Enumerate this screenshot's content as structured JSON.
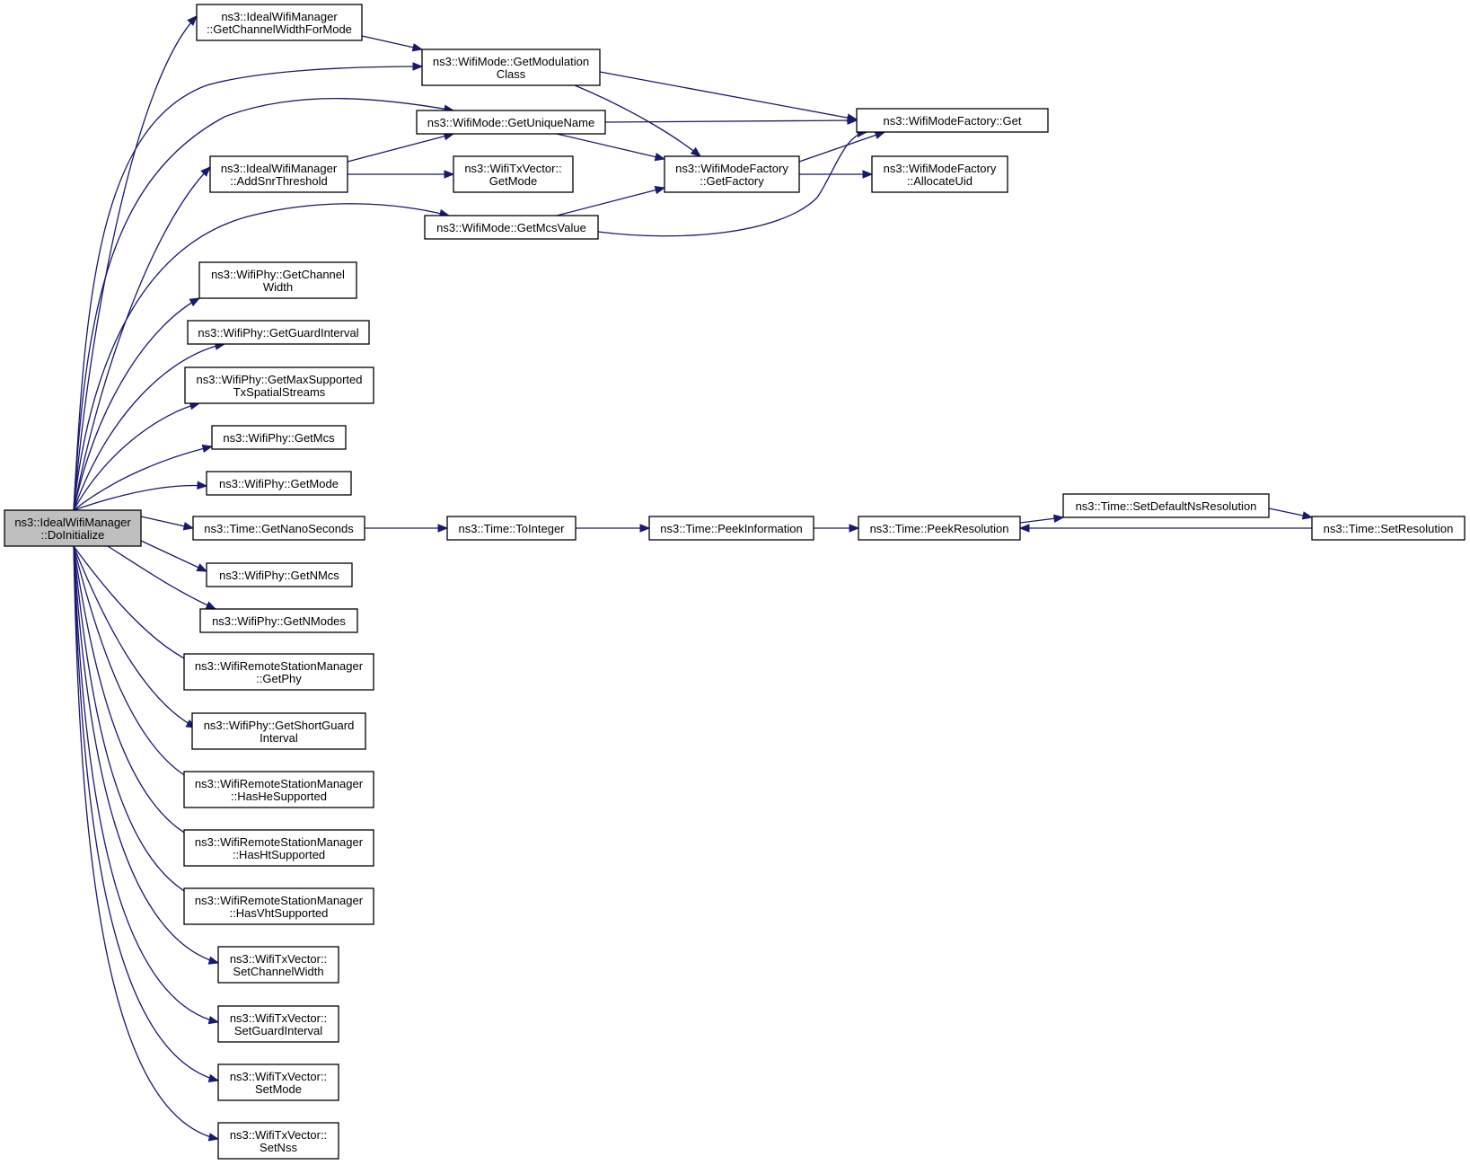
{
  "diagram": {
    "nodes": [
      {
        "id": "root",
        "lines": [
          "ns3::IdealWifiManager",
          "::DoInitialize"
        ],
        "root": true
      },
      {
        "id": "gcwfm",
        "lines": [
          "ns3::IdealWifiManager",
          "::GetChannelWidthForMode"
        ]
      },
      {
        "id": "gmc",
        "lines": [
          "ns3::WifiMode::GetModulation",
          "Class"
        ]
      },
      {
        "id": "gun",
        "lines": [
          "ns3::WifiMode::GetUniqueName"
        ]
      },
      {
        "id": "wmfget",
        "lines": [
          "ns3::WifiModeFactory::Get"
        ]
      },
      {
        "id": "addsnr",
        "lines": [
          "ns3::IdealWifiManager",
          "::AddSnrThreshold"
        ]
      },
      {
        "id": "txgetmode",
        "lines": [
          "ns3::WifiTxVector::",
          "GetMode"
        ]
      },
      {
        "id": "getfactory",
        "lines": [
          "ns3::WifiModeFactory",
          "::GetFactory"
        ]
      },
      {
        "id": "allocuid",
        "lines": [
          "ns3::WifiModeFactory",
          "::AllocateUid"
        ]
      },
      {
        "id": "gmcsval",
        "lines": [
          "ns3::WifiMode::GetMcsValue"
        ]
      },
      {
        "id": "phygcw",
        "lines": [
          "ns3::WifiPhy::GetChannel",
          "Width"
        ]
      },
      {
        "id": "phyggi",
        "lines": [
          "ns3::WifiPhy::GetGuardInterval"
        ]
      },
      {
        "id": "phygmax",
        "lines": [
          "ns3::WifiPhy::GetMaxSupported",
          "TxSpatialStreams"
        ]
      },
      {
        "id": "phygmcs",
        "lines": [
          "ns3::WifiPhy::GetMcs"
        ]
      },
      {
        "id": "phygmode",
        "lines": [
          "ns3::WifiPhy::GetMode"
        ]
      },
      {
        "id": "nanos",
        "lines": [
          "ns3::Time::GetNanoSeconds"
        ]
      },
      {
        "id": "toint",
        "lines": [
          "ns3::Time::ToInteger"
        ]
      },
      {
        "id": "peekinfo",
        "lines": [
          "ns3::Time::PeekInformation"
        ]
      },
      {
        "id": "peekres",
        "lines": [
          "ns3::Time::PeekResolution"
        ]
      },
      {
        "id": "setdef",
        "lines": [
          "ns3::Time::SetDefaultNsResolution"
        ]
      },
      {
        "id": "setres",
        "lines": [
          "ns3::Time::SetResolution"
        ]
      },
      {
        "id": "phygnmcs",
        "lines": [
          "ns3::WifiPhy::GetNMcs"
        ]
      },
      {
        "id": "phygnmodes",
        "lines": [
          "ns3::WifiPhy::GetNModes"
        ]
      },
      {
        "id": "rsmgetphy",
        "lines": [
          "ns3::WifiRemoteStationManager",
          "::GetPhy"
        ]
      },
      {
        "id": "phygsgi",
        "lines": [
          "ns3::WifiPhy::GetShortGuard",
          "Interval"
        ]
      },
      {
        "id": "hashe",
        "lines": [
          "ns3::WifiRemoteStationManager",
          "::HasHeSupported"
        ]
      },
      {
        "id": "hasht",
        "lines": [
          "ns3::WifiRemoteStationManager",
          "::HasHtSupported"
        ]
      },
      {
        "id": "hasvht",
        "lines": [
          "ns3::WifiRemoteStationManager",
          "::HasVhtSupported"
        ]
      },
      {
        "id": "setcw",
        "lines": [
          "ns3::WifiTxVector::",
          "SetChannelWidth"
        ]
      },
      {
        "id": "setgi",
        "lines": [
          "ns3::WifiTxVector::",
          "SetGuardInterval"
        ]
      },
      {
        "id": "setmode",
        "lines": [
          "ns3::WifiTxVector::",
          "SetMode"
        ]
      },
      {
        "id": "setnss",
        "lines": [
          "ns3::WifiTxVector::",
          "SetNss"
        ]
      }
    ],
    "edges": [
      {
        "from": "root",
        "to": "gcwfm"
      },
      {
        "from": "root",
        "to": "gmc"
      },
      {
        "from": "root",
        "to": "gun"
      },
      {
        "from": "root",
        "to": "addsnr"
      },
      {
        "from": "root",
        "to": "gmcsval"
      },
      {
        "from": "root",
        "to": "phygcw"
      },
      {
        "from": "root",
        "to": "phyggi"
      },
      {
        "from": "root",
        "to": "phygmax"
      },
      {
        "from": "root",
        "to": "phygmcs"
      },
      {
        "from": "root",
        "to": "phygmode"
      },
      {
        "from": "root",
        "to": "nanos"
      },
      {
        "from": "root",
        "to": "phygnmcs"
      },
      {
        "from": "root",
        "to": "phygnmodes"
      },
      {
        "from": "root",
        "to": "rsmgetphy"
      },
      {
        "from": "root",
        "to": "phygsgi"
      },
      {
        "from": "root",
        "to": "hashe"
      },
      {
        "from": "root",
        "to": "hasht"
      },
      {
        "from": "root",
        "to": "hasvht"
      },
      {
        "from": "root",
        "to": "setcw"
      },
      {
        "from": "root",
        "to": "setgi"
      },
      {
        "from": "root",
        "to": "setmode"
      },
      {
        "from": "root",
        "to": "setnss"
      },
      {
        "from": "gcwfm",
        "to": "gmc"
      },
      {
        "from": "gmc",
        "to": "wmfget"
      },
      {
        "from": "gmc",
        "to": "getfactory"
      },
      {
        "from": "gun",
        "to": "wmfget"
      },
      {
        "from": "gun",
        "to": "getfactory"
      },
      {
        "from": "addsnr",
        "to": "gun"
      },
      {
        "from": "addsnr",
        "to": "txgetmode"
      },
      {
        "from": "gmcsval",
        "to": "getfactory"
      },
      {
        "from": "gmcsval",
        "to": "wmfget"
      },
      {
        "from": "getfactory",
        "to": "wmfget"
      },
      {
        "from": "getfactory",
        "to": "allocuid"
      },
      {
        "from": "nanos",
        "to": "toint"
      },
      {
        "from": "toint",
        "to": "peekinfo"
      },
      {
        "from": "peekinfo",
        "to": "peekres"
      },
      {
        "from": "peekres",
        "to": "setdef"
      },
      {
        "from": "setdef",
        "to": "setres"
      },
      {
        "from": "setres",
        "to": "peekres"
      }
    ]
  }
}
